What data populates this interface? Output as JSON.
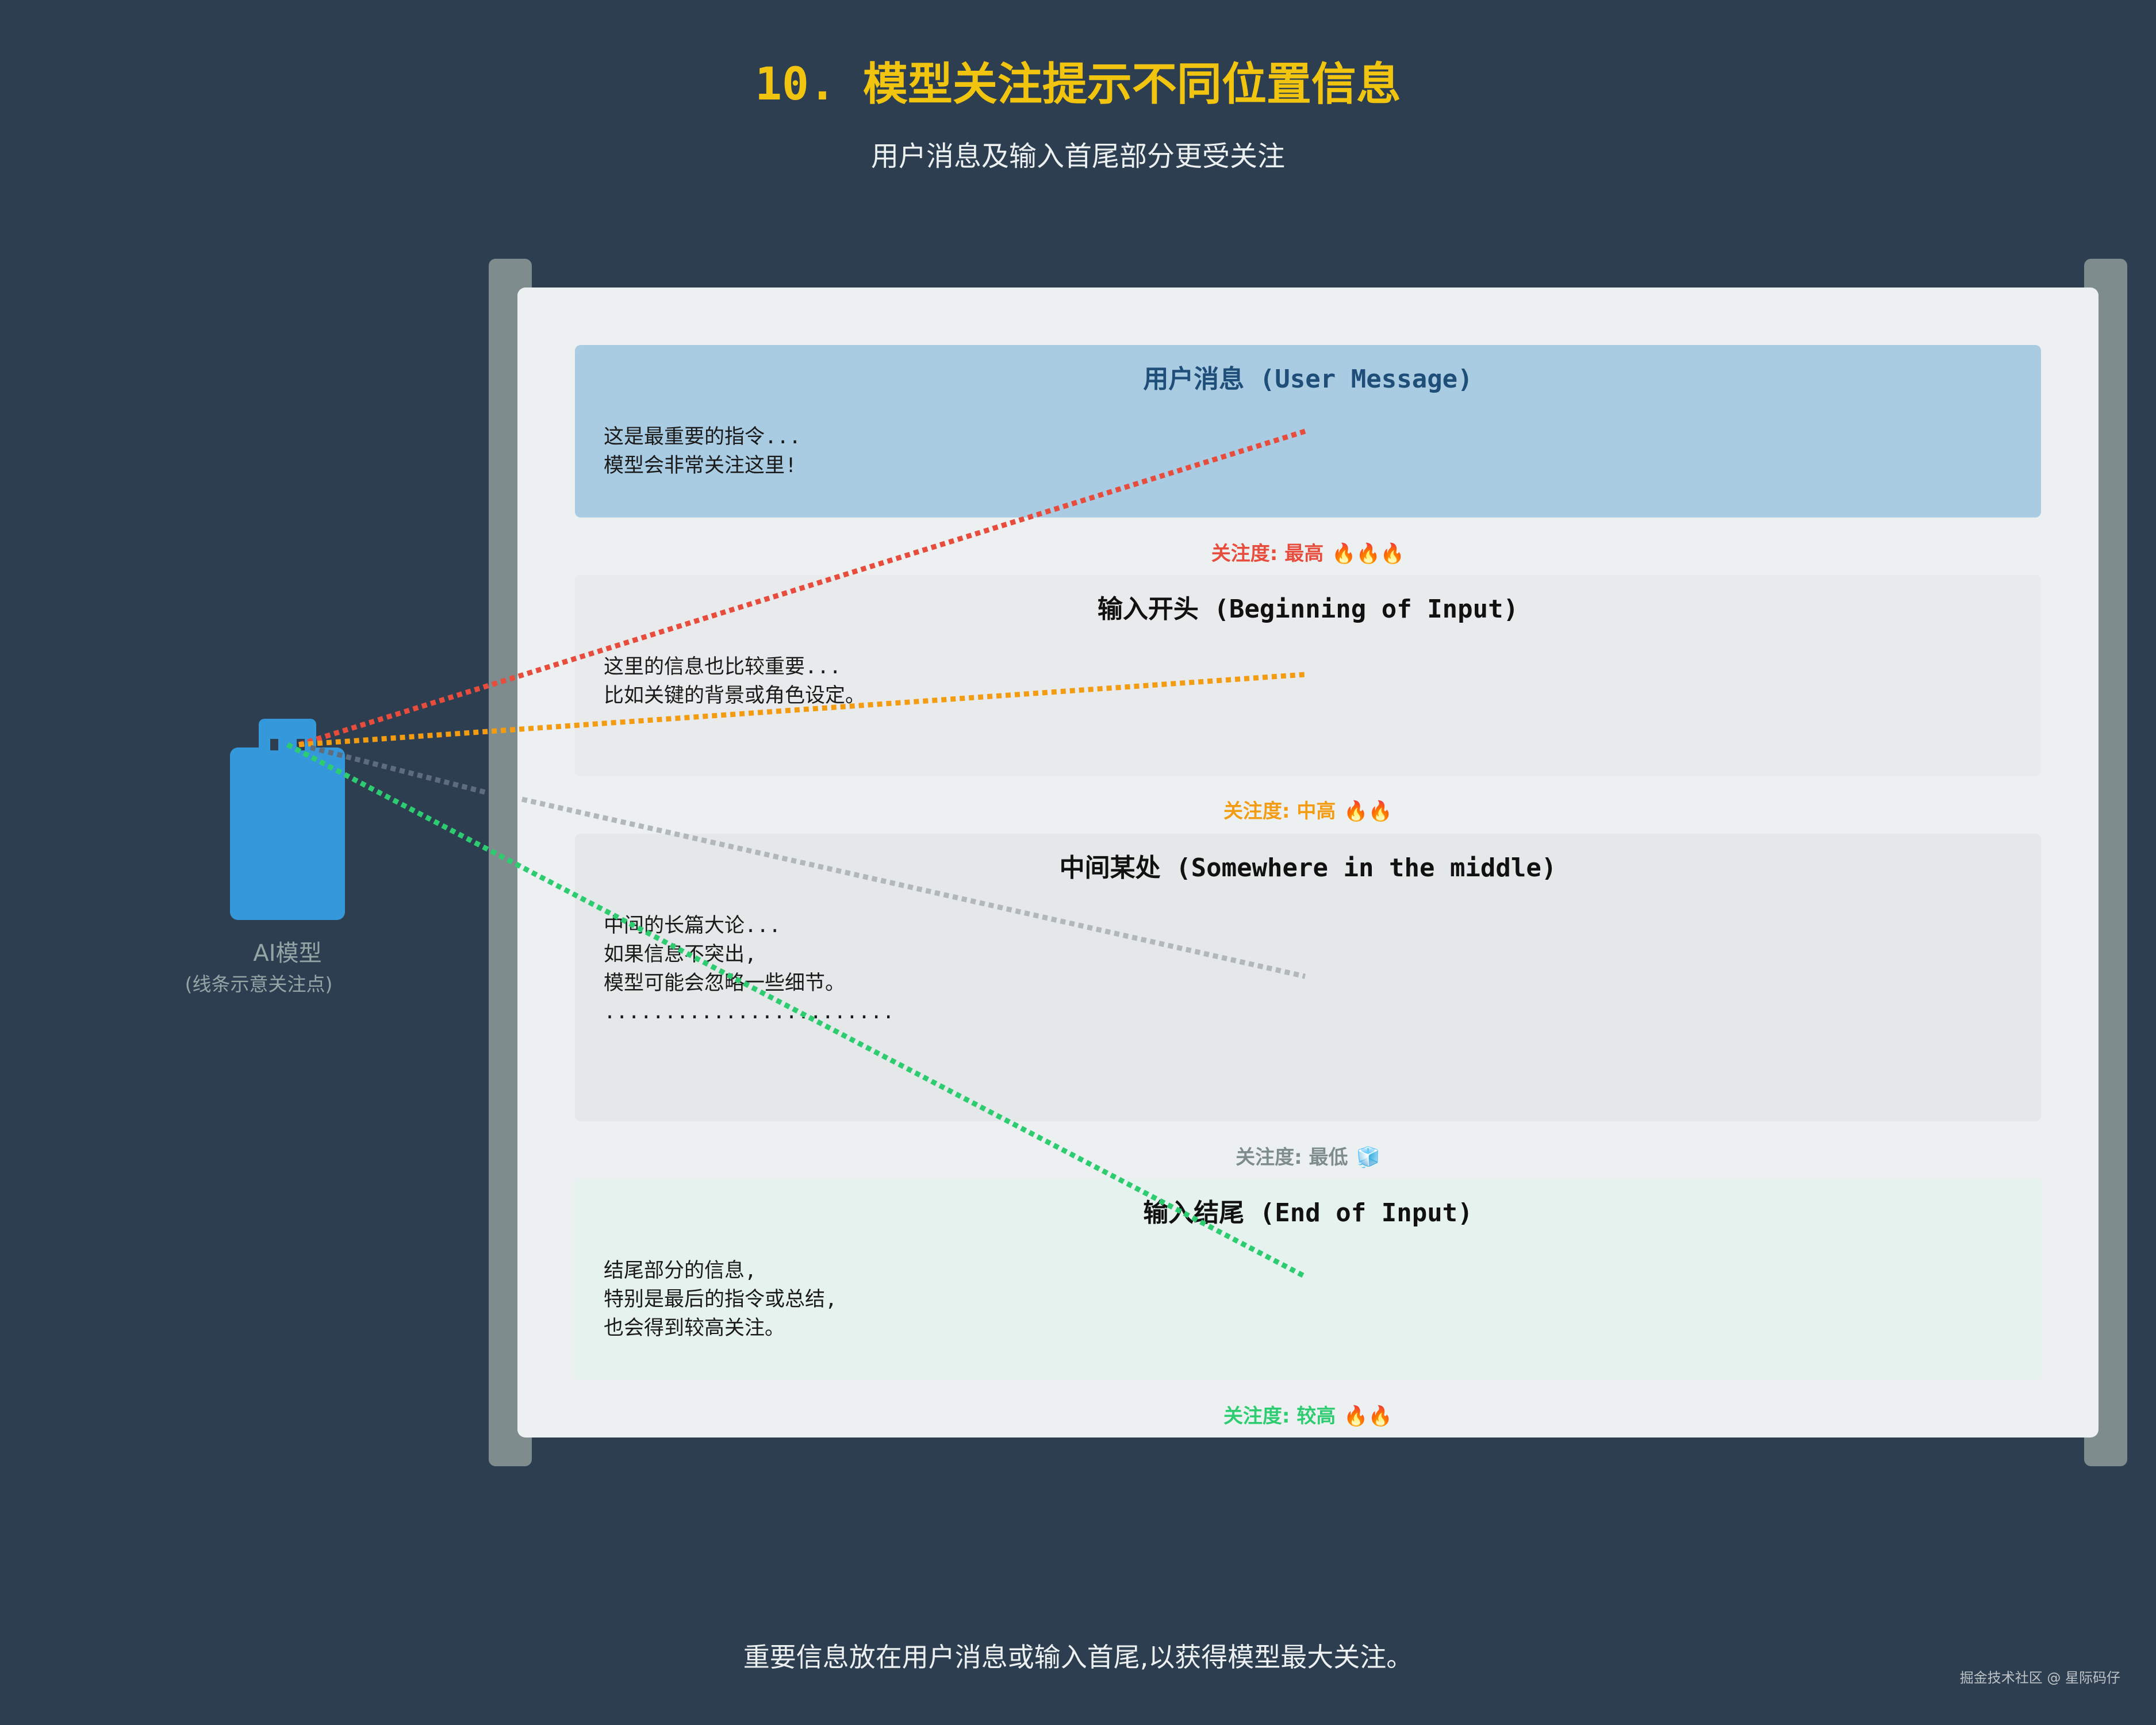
{
  "header": {
    "title": "10. 模型关注提示不同位置信息",
    "subtitle": "用户消息及输入首尾部分更受关注"
  },
  "robot": {
    "label": "AI模型",
    "sublabel": "(线条示意关注点)"
  },
  "sections": {
    "user": {
      "heading": "用户消息 (User Message)",
      "lines": [
        "这是最重要的指令...",
        "模型会非常关注这里!"
      ],
      "attention_label": "关注度: 最高",
      "attention_icons": "🔥🔥🔥",
      "color": "#e74c3c"
    },
    "begin": {
      "heading": "输入开头 (Beginning of Input)",
      "lines": [
        "这里的信息也比较重要...",
        "比如关键的背景或角色设定。"
      ],
      "attention_label": "关注度: 中高",
      "attention_icons": "🔥🔥",
      "color": "#f39c12"
    },
    "middle": {
      "heading": "中间某处 (Somewhere in the middle)",
      "lines": [
        "中间的长篇大论...",
        "如果信息不突出,",
        "模型可能会忽略一些细节。",
        "........................"
      ],
      "attention_label": "关注度: 最低",
      "attention_icons": "🧊",
      "color": "#7f8c8d"
    },
    "end": {
      "heading": "输入结尾 (End of Input)",
      "lines": [
        "结尾部分的信息,",
        "特别是最后的指令或总结,",
        "也会得到较高关注。"
      ],
      "attention_label": "关注度: 较高",
      "attention_icons": "🔥🔥",
      "color": "#2ecc71"
    }
  },
  "attention_lines": {
    "colors": {
      "user": "#e74c3c",
      "begin": "#f39c12",
      "middle_near": "#5d6d7e",
      "middle_far": "#b2b7b9",
      "end": "#2ecc71"
    }
  },
  "footer": {
    "text": "重要信息放在用户消息或输入首尾,以获得模型最大关注。",
    "watermark": "掘金技术社区 @ 星际码仔"
  }
}
